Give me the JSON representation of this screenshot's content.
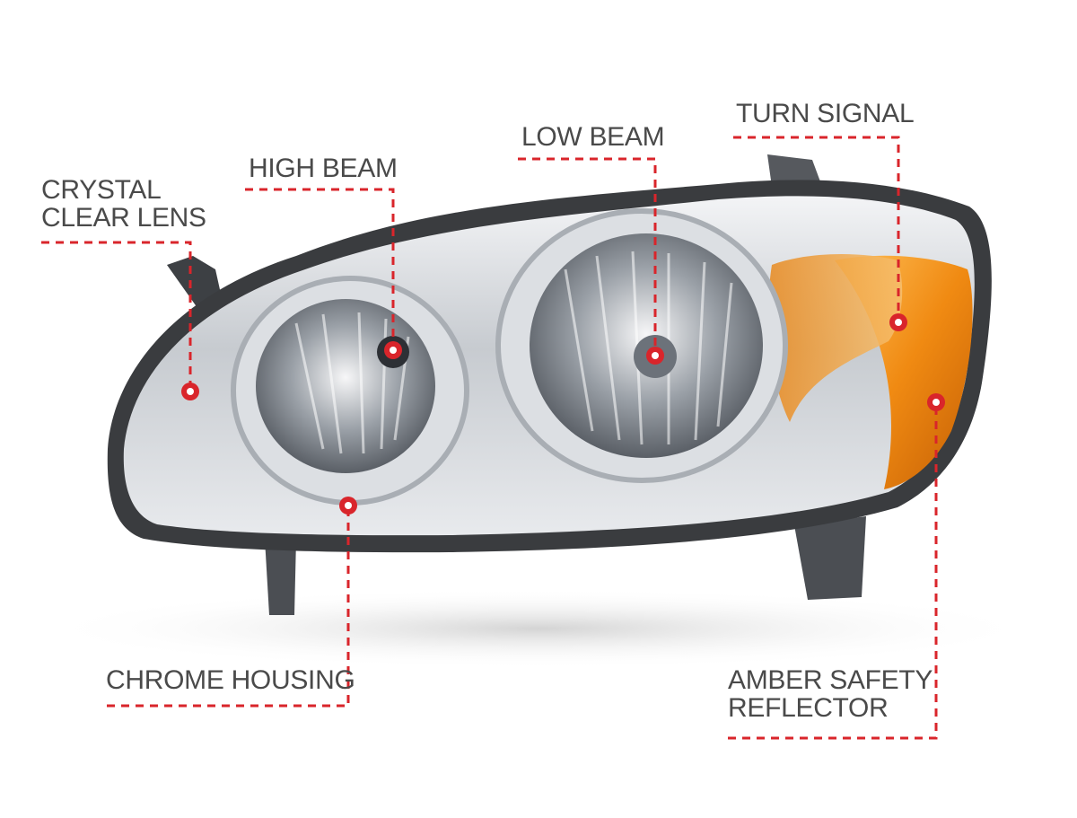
{
  "callouts": {
    "crystal_clear_lens": {
      "line1": "CRYSTAL",
      "line2": "CLEAR LENS"
    },
    "high_beam": {
      "label": "HIGH BEAM"
    },
    "low_beam": {
      "label": "LOW BEAM"
    },
    "turn_signal": {
      "label": "TURN SIGNAL"
    },
    "chrome_housing": {
      "label": "CHROME HOUSING"
    },
    "amber_safety_reflector": {
      "line1": "AMBER SAFETY",
      "line2": "REFLECTOR"
    }
  },
  "colors": {
    "accent_red": "#d9252b",
    "label_gray": "#4a4a4a",
    "housing_dark": "#3a3c3f",
    "chrome": "#c9cdd2",
    "amber": "#f08a12",
    "background": "#ffffff"
  }
}
